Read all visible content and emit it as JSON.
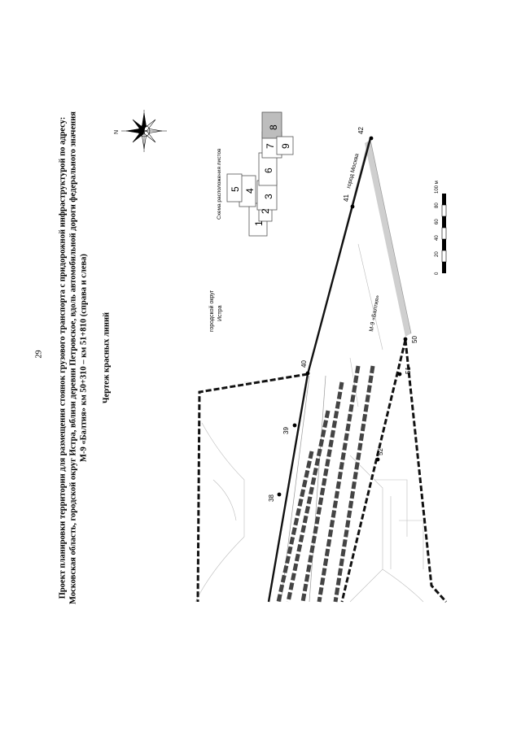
{
  "page_number": "29",
  "title_lines": [
    "Проект планировки территории для размещения стоянок грузового транспорта с придорожной инфраструктурой по адресу:",
    "Московская область, городской округ Истра, вблизи деревни Петровское, вдоль автомобильной дороги федерального значения",
    "М-9 «Балтия» км 50+310 – км 51+810 (справа и слева)"
  ],
  "drawing_title": "Чертеж красных линий",
  "compass_label": "N",
  "sheet_scheme": {
    "title": "Схема расположения листов",
    "sheets": [
      "1",
      "2",
      "3",
      "4",
      "5",
      "6",
      "7",
      "8",
      "9"
    ],
    "highlighted_sheet": "8"
  },
  "labels": {
    "district_line1": "городской округ",
    "district_line2": "Истра",
    "city": "город Москва",
    "road": "М-9 «Балтия»"
  },
  "point_numbers": [
    "38",
    "39",
    "40",
    "41",
    "42",
    "50",
    "51",
    "52"
  ],
  "scale_bar": {
    "ticks": [
      "0",
      "20",
      "40",
      "60",
      "80",
      "100 м"
    ]
  },
  "colors": {
    "red_line": "#111111",
    "hatched_strip": "#444444",
    "road_fill": "#cfcfcf",
    "background_lines": "#bbbbbb"
  }
}
